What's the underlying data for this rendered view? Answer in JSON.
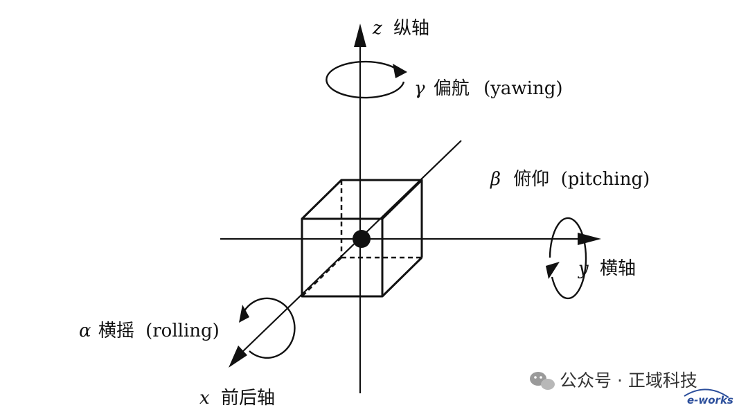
{
  "axes": {
    "z": {
      "symbol": "z",
      "name": "纵轴"
    },
    "y": {
      "symbol": "y",
      "name": "横轴"
    },
    "x": {
      "symbol": "x",
      "name": "前后轴"
    }
  },
  "rotations": {
    "yawing": {
      "symbol": "γ",
      "name": "偏航",
      "english": "(yawing)"
    },
    "pitching": {
      "symbol": "β",
      "name": "俯仰",
      "english": "(pitching)"
    },
    "rolling": {
      "symbol": "α",
      "name": "横摇",
      "english": "(rolling)"
    }
  },
  "watermark": {
    "text": "公众号 · 正域科技",
    "logo": "e-works"
  }
}
